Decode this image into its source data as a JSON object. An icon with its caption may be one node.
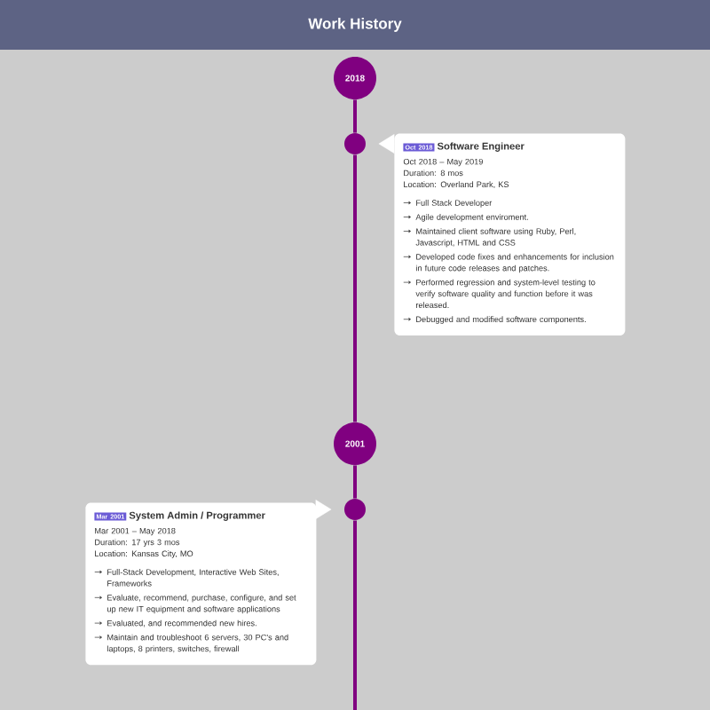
{
  "diagram": {
    "title": "Work History",
    "nodes": [
      {
        "text": [
          "2018"
        ]
      },
      {
        "text": [],
        "shape": "circle"
      },
      {
        "text": [
          "Oct 2018",
          "Software Engineer",
          "Oct 2018 – May 2019",
          "Duration: 8 mos",
          "Location: Overland Park, KS",
          "Full Stack Developer",
          "Agile development enviroment.",
          "Maintained client software using Ruby, Perl, Javascript, HTML and CSS",
          "Developed code fixes and enhancements for inclusion in future code releases and patches.",
          "Performed regression and system-level testing to verify software quality and function before it was released.",
          "Debugged and modified software components."
        ]
      },
      {
        "text": [
          "2001"
        ]
      },
      {
        "text": [],
        "shape": "circle"
      },
      {
        "text": [
          "Mar 2001",
          "System Admin / Programmer",
          "Mar 2001 – May 2018",
          "Duration: 17 yrs 3 mos",
          "Location: Kansas City, MO",
          "Full-Stack Development, Interactive Web Sites, Frameworks",
          "Evaluate, recommend, purchase, configure, and set up new IT equipment and software applications",
          "Evaluated, and recommended new hires.",
          "Maintain and troubleshoot 6 servers, 30 PC's and laptops, 8 printers, switches, firewall"
        ]
      }
    ],
    "edges": [
      {
        "from": 0,
        "to": 1,
        "arrow": "none"
      },
      {
        "from": 1,
        "to": 3,
        "arrow": "none"
      },
      {
        "from": 3,
        "to": 4,
        "arrow": "none"
      },
      {
        "from": 4,
        "to": null,
        "arrow": "none"
      },
      {
        "from": 2,
        "to": 1,
        "arrow": "to",
        "color": "#ffffff"
      },
      {
        "from": 5,
        "to": 4,
        "arrow": "to",
        "color": "#ffffff"
      }
    ]
  }
}
